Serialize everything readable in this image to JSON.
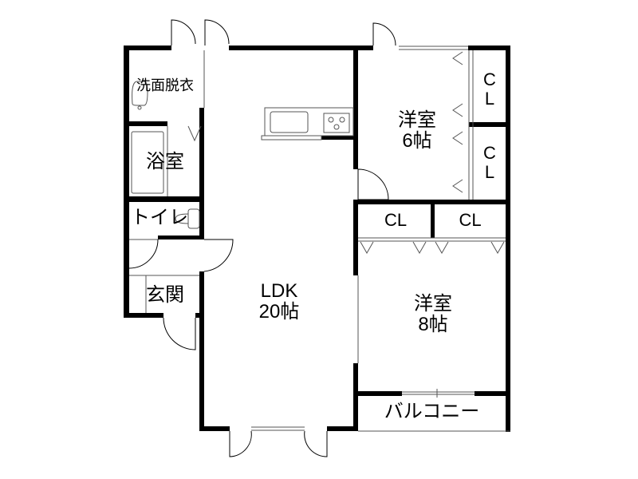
{
  "floorplan": {
    "rooms": {
      "washroom": "洗面脱衣",
      "bath": "浴室",
      "toilet": "トイレ",
      "entrance": "玄関",
      "ldk_name": "LDK",
      "ldk_size": "20帖",
      "western1_name": "洋室",
      "western1_size": "6帖",
      "western2_name": "洋室",
      "western2_size": "8帖",
      "closet": "CL",
      "closet_c": "C",
      "closet_l": "L",
      "balcony": "バルコニー"
    },
    "colors": {
      "wall": "#000000",
      "line": "#555555"
    }
  }
}
